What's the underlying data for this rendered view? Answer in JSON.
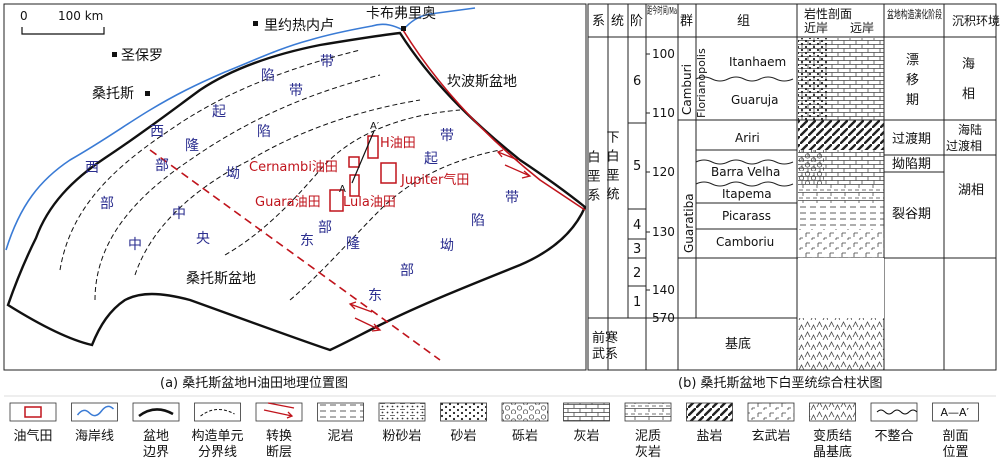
{
  "map": {
    "scale_zero": "0",
    "scale_label": "100 km",
    "cities": [
      {
        "name": "圣保罗"
      },
      {
        "name": "桑托斯"
      },
      {
        "name": "里约热内卢"
      },
      {
        "name": "卡布弗里奥"
      }
    ],
    "basin_name": "桑托斯盆地",
    "neighbor_basin": "坎波斯盆地",
    "zones": [
      {
        "chars": [
          "西",
          "部",
          "中"
        ]
      },
      {
        "chars": [
          "西",
          "部",
          "隆",
          "起"
        ]
      },
      {
        "chars": [
          "中",
          "央",
          "坳",
          "陷",
          "带"
        ]
      },
      {
        "chars": [
          "东",
          "部",
          "隆",
          "起",
          "带"
        ]
      },
      {
        "chars": [
          "东",
          "部",
          "坳",
          "陷",
          "带"
        ]
      },
      {
        "chars": [
          "陷",
          "带"
        ]
      }
    ],
    "fields": [
      "H油田",
      "Cernambi油田",
      "Jupiter气田",
      "Guara油田",
      "Lula油田"
    ],
    "section_a": "A",
    "section_a2": "A′",
    "caption": "(a) 桑托斯盆地H油田地理位置图"
  },
  "column": {
    "headers": [
      "系",
      "统",
      "阶",
      "距今时间/Ma",
      "群",
      "组",
      "岩性剖面",
      "近岸",
      "远岸",
      "盆地构造演化阶段",
      "沉积环境"
    ],
    "system": "白垩系",
    "series": "下白垩统",
    "stages": [
      "6",
      "5",
      "4",
      "3",
      "2",
      "1"
    ],
    "ages": [
      "100",
      "110",
      "120",
      "130",
      "140",
      "570"
    ],
    "groups": [
      "Camburi",
      "Florianopolis",
      "Guaratiba"
    ],
    "formations": [
      "Itanhaem",
      "Guaruja",
      "Ariri",
      "Barra Velha",
      "Itapema",
      "Picarass",
      "Camboriu"
    ],
    "basement_system": "前寒武系",
    "basement": "基底",
    "stages_evolution": [
      "漂移期",
      "过渡期",
      "拗陷期",
      "裂谷期"
    ],
    "environments": [
      "海相",
      "海陆过渡相",
      "湖相"
    ],
    "caption": "(b) 桑托斯盆地下白垩统综合柱状图"
  },
  "legend": [
    {
      "label": "油气田",
      "icon": "red-rectangle"
    },
    {
      "label": "海岸线",
      "icon": "blue-wave"
    },
    {
      "label": "盆地边界",
      "icon": "thick-curve"
    },
    {
      "label": "构造单元分界线",
      "icon": "dashed-curve"
    },
    {
      "label": "转换断层",
      "icon": "red-double-arrow"
    },
    {
      "label": "泥岩",
      "icon": "mudstone-pattern"
    },
    {
      "label": "粉砂岩",
      "icon": "siltstone-pattern"
    },
    {
      "label": "砂岩",
      "icon": "sandstone-pattern"
    },
    {
      "label": "砾岩",
      "icon": "conglomerate-pattern"
    },
    {
      "label": "灰岩",
      "icon": "limestone-pattern"
    },
    {
      "label": "泥质灰岩",
      "icon": "marly-limestone-pattern"
    },
    {
      "label": "盐岩",
      "icon": "salt-pattern"
    },
    {
      "label": "玄武岩",
      "icon": "basalt-pattern"
    },
    {
      "label": "变质结晶基底",
      "icon": "metamorphic-pattern"
    },
    {
      "label": "不整合",
      "icon": "unconformity-wave"
    },
    {
      "label": "剖面位置",
      "icon": "section-line"
    }
  ],
  "colors": {
    "coast": "#3a7bd5",
    "field": "#c0141c",
    "zone_text": "#2b2e8f"
  }
}
